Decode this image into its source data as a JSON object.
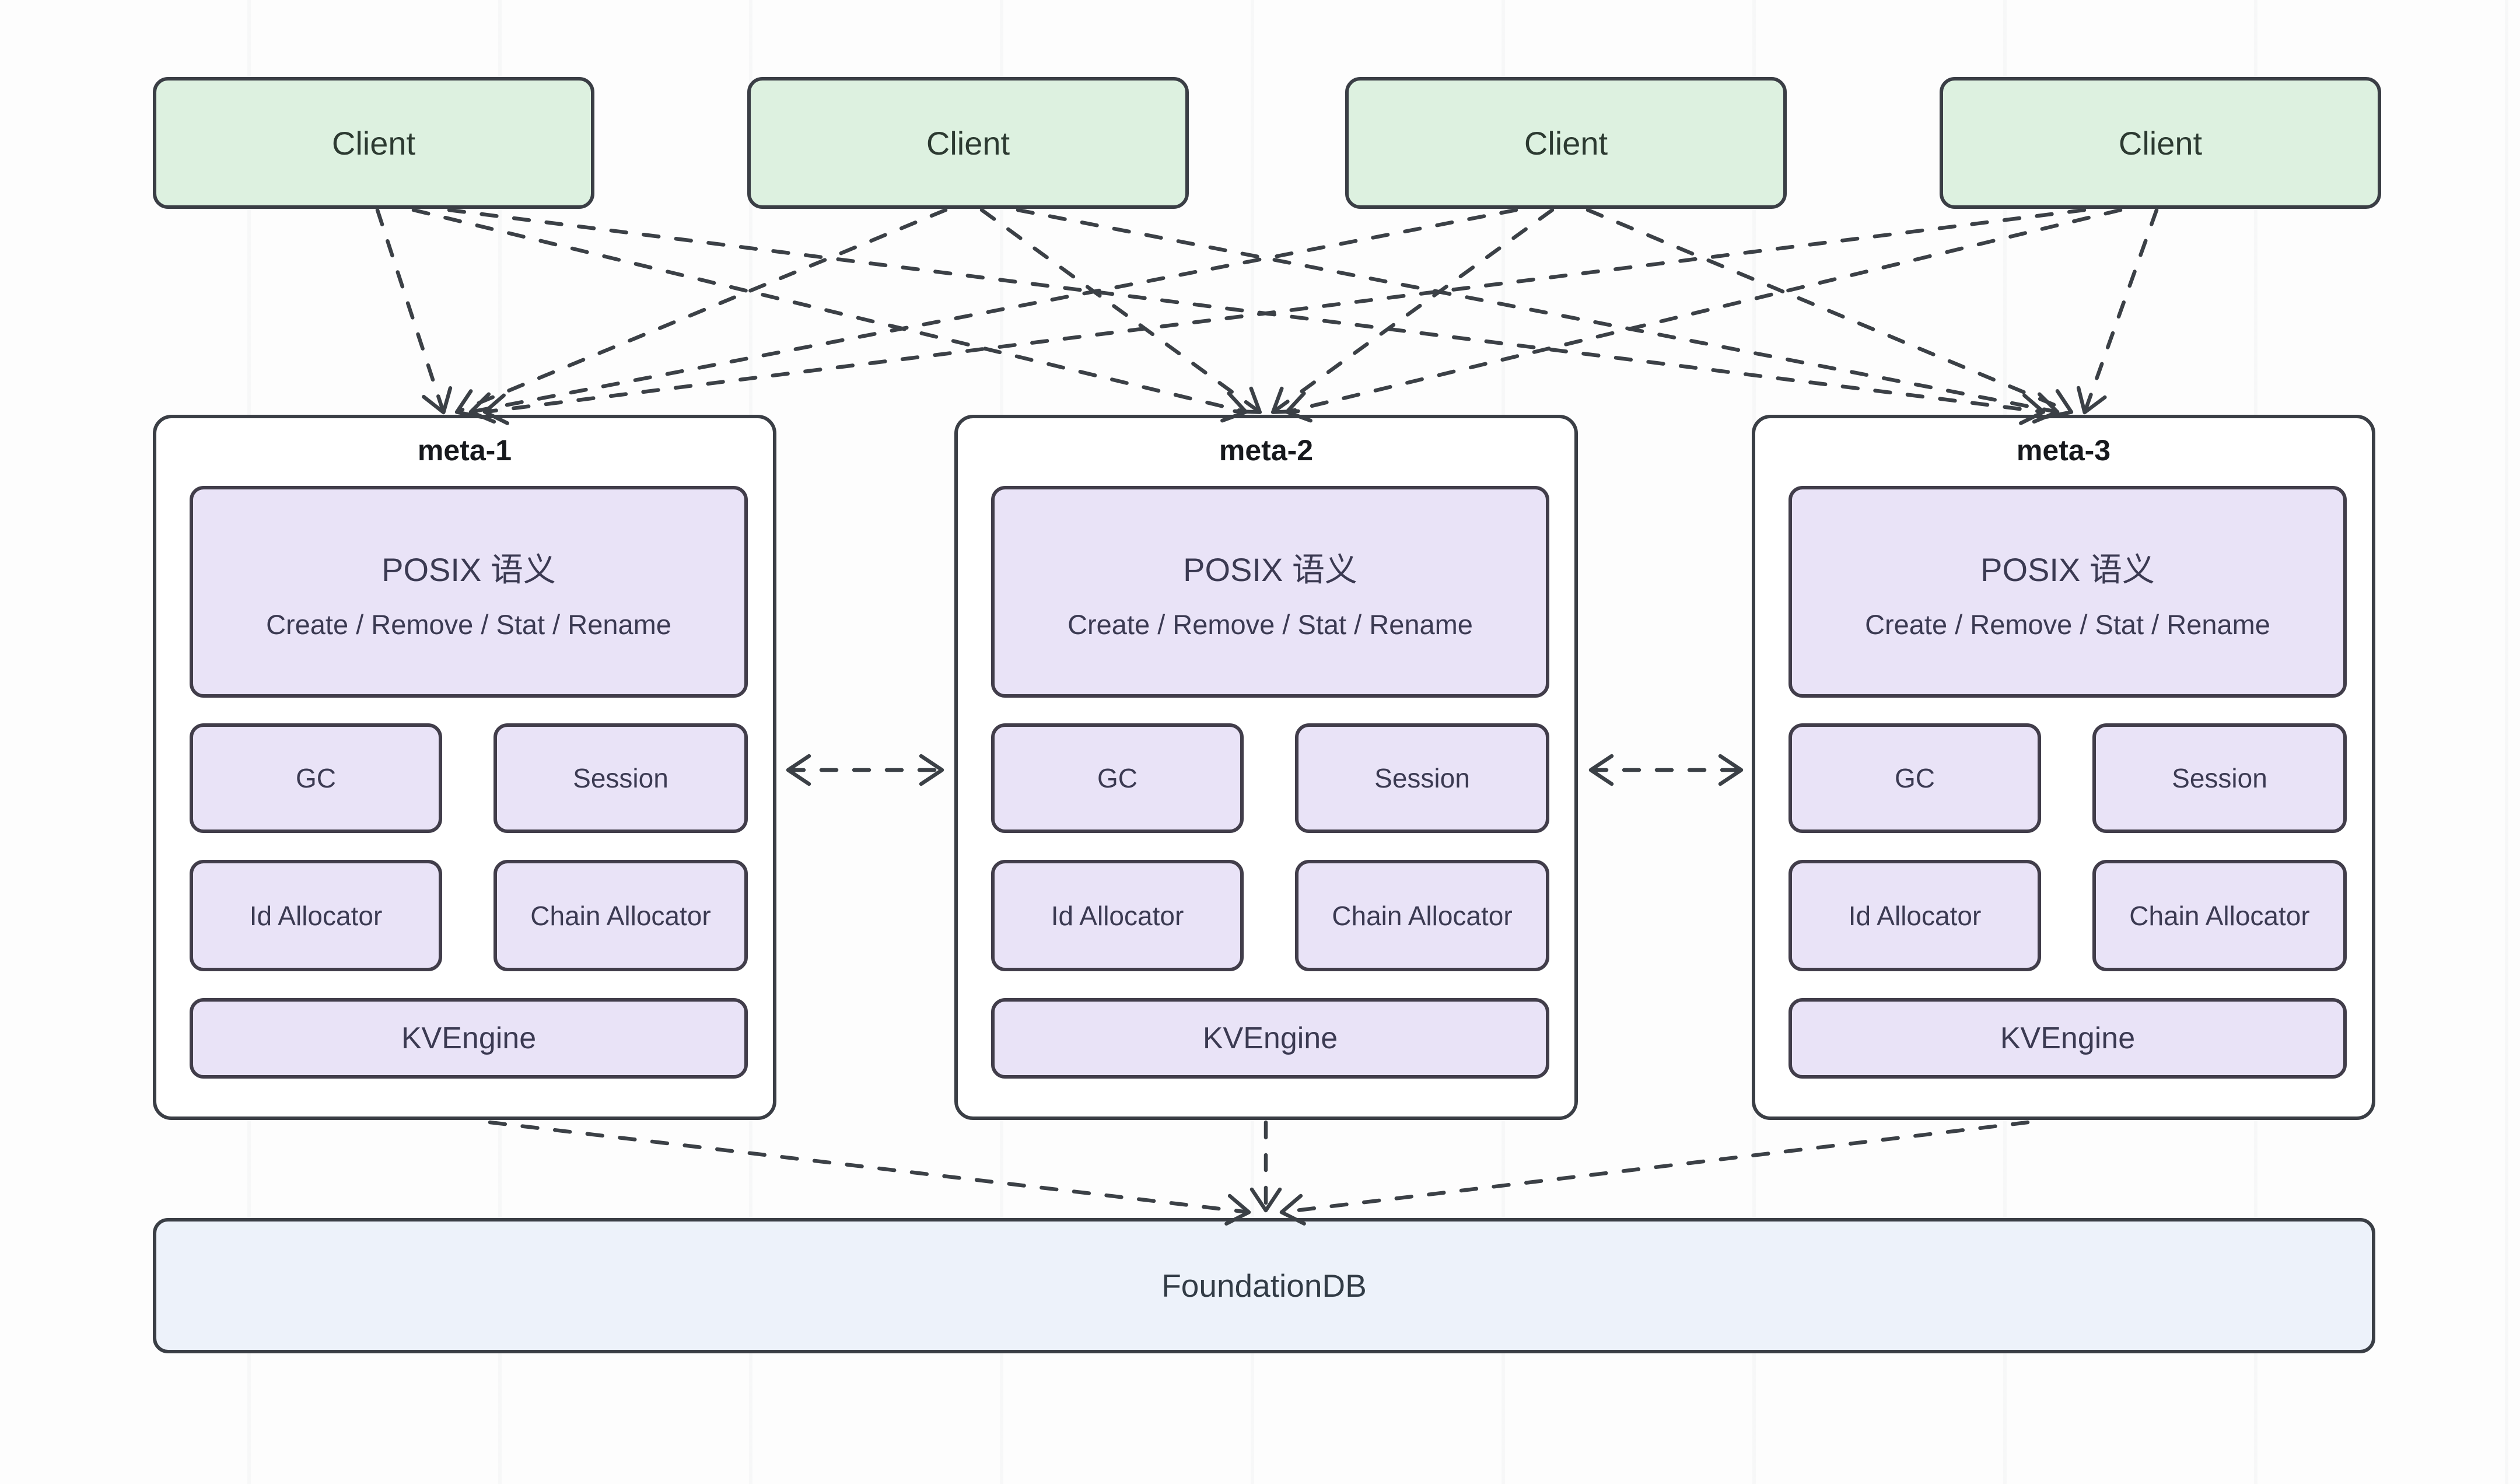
{
  "colors": {
    "background": "#fdfdfd",
    "box_border": "#3a3e45",
    "client_fill": "#ddf1e0",
    "client_text": "#2c3a31",
    "meta_fill": "#ffffff",
    "meta_title_text": "#17191d",
    "module_fill": "#e9e3f7",
    "module_border": "#413d4a",
    "module_text": "#3b3a52",
    "db_fill": "#edf2fa",
    "db_text": "#323c46",
    "arrow": "#3b4046"
  },
  "clients": [
    {
      "label": "Client"
    },
    {
      "label": "Client"
    },
    {
      "label": "Client"
    },
    {
      "label": "Client"
    }
  ],
  "meta_nodes": [
    {
      "title": "meta-1",
      "posix": {
        "title": "POSIX 语义",
        "subtitle": "Create / Remove / Stat / Rename"
      },
      "components": [
        "GC",
        "Session",
        "Id Allocator",
        "Chain Allocator"
      ],
      "engine": "KVEngine"
    },
    {
      "title": "meta-2",
      "posix": {
        "title": "POSIX 语义",
        "subtitle": "Create / Remove / Stat / Rename"
      },
      "components": [
        "GC",
        "Session",
        "Id Allocator",
        "Chain Allocator"
      ],
      "engine": "KVEngine"
    },
    {
      "title": "meta-3",
      "posix": {
        "title": "POSIX 语义",
        "subtitle": "Create / Remove / Stat / Rename"
      },
      "components": [
        "GC",
        "Session",
        "Id Allocator",
        "Chain Allocator"
      ],
      "engine": "KVEngine"
    }
  ],
  "database": {
    "label": "FoundationDB"
  },
  "connections": {
    "clients_to_meta": "each client to every meta node, dashed arrow",
    "meta_peer_sync": "bidirectional dashed arrows between adjacent meta nodes",
    "meta_to_database": "dashed arrows from each meta node converging on FoundationDB"
  }
}
